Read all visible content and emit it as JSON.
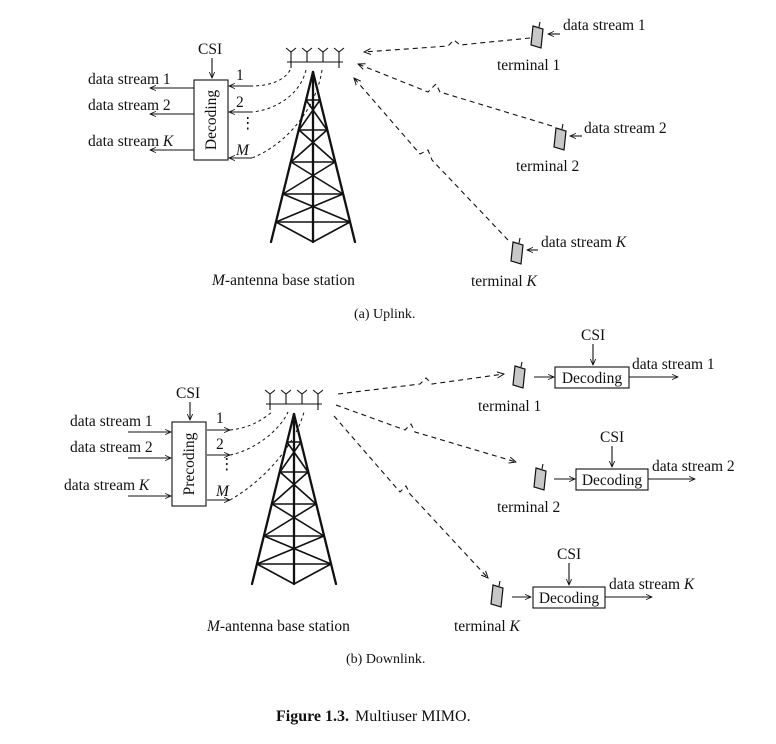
{
  "uplink": {
    "csi": "CSI",
    "decoder_label": "Decoding",
    "outputs": [
      "data stream 1",
      "data stream 2",
      "data stream "
    ],
    "output_k": "K",
    "antenna_nums": [
      "1",
      "2",
      "⋮",
      "M"
    ],
    "base_station_m": "M",
    "base_station_text": "-antenna base station",
    "terminals": [
      {
        "name": "terminal 1",
        "stream": "data stream 1"
      },
      {
        "name": "terminal 2",
        "stream": "data stream 2"
      },
      {
        "name": "terminal ",
        "name_k": "K",
        "stream": "data stream ",
        "stream_k": "K"
      }
    ],
    "caption": "(a)  Uplink."
  },
  "downlink": {
    "csi": "CSI",
    "precoder_label": "Precoding",
    "inputs": [
      "data stream 1",
      "data stream 2",
      "data stream "
    ],
    "input_k": "K",
    "antenna_nums": [
      "1",
      "2",
      "⋮",
      "M"
    ],
    "base_station_m": "M",
    "base_station_text": "-antenna base station",
    "terminals": [
      {
        "name": "terminal 1",
        "csi": "CSI",
        "decoder": "Decoding",
        "stream": "data stream 1"
      },
      {
        "name": "terminal 2",
        "csi": "CSI",
        "decoder": "Decoding",
        "stream": "data stream 2"
      },
      {
        "name": "terminal ",
        "name_k": "K",
        "csi": "CSI",
        "decoder": "Decoding",
        "stream": "data stream ",
        "stream_k": "K"
      }
    ],
    "caption": "(b)  Downlink."
  },
  "figure": {
    "label": "Figure 1.3.",
    "title": "Multiuser MIMO."
  }
}
